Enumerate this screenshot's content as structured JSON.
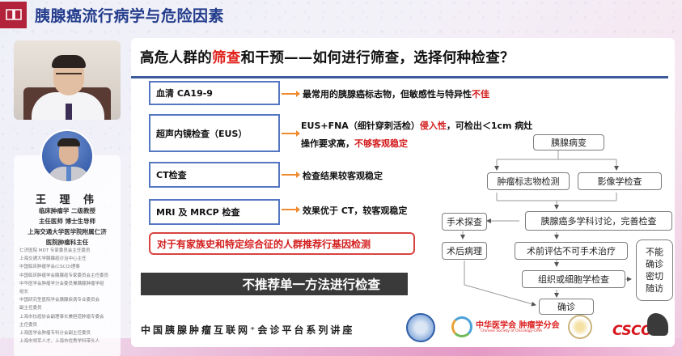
{
  "header": {
    "icon": "open-book-icon",
    "title": "胰腺癌流行病学与危险因素"
  },
  "speaker": {
    "name": "王 理 伟",
    "titles": [
      "临床肿瘤学 二级教授",
      "主任医师 博士生导师",
      "上海交通大学医学院附属仁济",
      "医院肿瘤科主任"
    ],
    "roles": [
      "仁济医院 MDT 专家委员会主任委员",
      "上海交通大学胰腺癌诊治中心主任",
      "中国临床肿瘤学会(CSCO)理事",
      "中国临床肿瘤学会胰腺癌专家委员会主任委员",
      "中华医学会肿瘤学分会委员兼胰腺肿瘤学组",
      "组长",
      "中国研究型医院学会胰腺疾病专业委员会",
      "副主任委员",
      "上海市抗癌协会副理事长兼胆道肿瘤专委会",
      "主任委员",
      "上海医学会肿瘤专科分会副主任委员",
      "上海市领军人才、上海市优秀学科带头人"
    ]
  },
  "slide": {
    "title_parts": [
      "高危人群的",
      "筛查",
      "和干预——如何进行筛查，选择何种检查？"
    ],
    "methods": [
      {
        "label": "血清 CA19-9",
        "note": [
          "最常用的胰腺癌标志物，但敏感性与特异性",
          "不佳"
        ]
      },
      {
        "label": "超声内镜检查（EUS）",
        "note_line1": [
          "EUS+FNA（细针穿刺活检）",
          "侵入性",
          "，可检出＜1cm 病灶"
        ],
        "note_line2": [
          "操作要求高，",
          "不够客观稳定"
        ]
      },
      {
        "label": "CT检查",
        "note": [
          "检查结果较客观稳定"
        ]
      },
      {
        "label": "MRI 及 MRCP 检查",
        "note": [
          "效果优于 CT，较客观稳定"
        ]
      }
    ],
    "gene_recommendation": "对于有家族史和特定综合征的人群推荐行基因检测",
    "banner": "不推荐单一方法进行检查",
    "series": "中国胰腺肿瘤互联网⁺会诊平台系列讲座",
    "flowchart": {
      "start": "胰腺病变",
      "marker": "肿瘤标志物检测",
      "imaging": "影像学检查",
      "mdt": "胰腺癌多学科讨论，完善检查",
      "surgery": "手术探查",
      "pathology": "术后病理",
      "nonsurgical": "术前评估不可手术治疗",
      "biopsy": "组织或细胞学检查",
      "followup": "不能确诊密切随访",
      "diagnosis": "确诊"
    },
    "logos": {
      "cmda": "cmda-seal-logo",
      "cma_oncology": "中华医学会 肿瘤学分会",
      "cma_oncology_en": "Chinese Society of Oncology-CMA",
      "emblem": "emblem-logo",
      "csco": "CSCO"
    }
  },
  "colors": {
    "header_title": "#233c8c",
    "accent_red": "#d41d1d",
    "box_border": "#5577c1",
    "arrow": "#ef8a2f",
    "logo_box": "#b2223a"
  }
}
